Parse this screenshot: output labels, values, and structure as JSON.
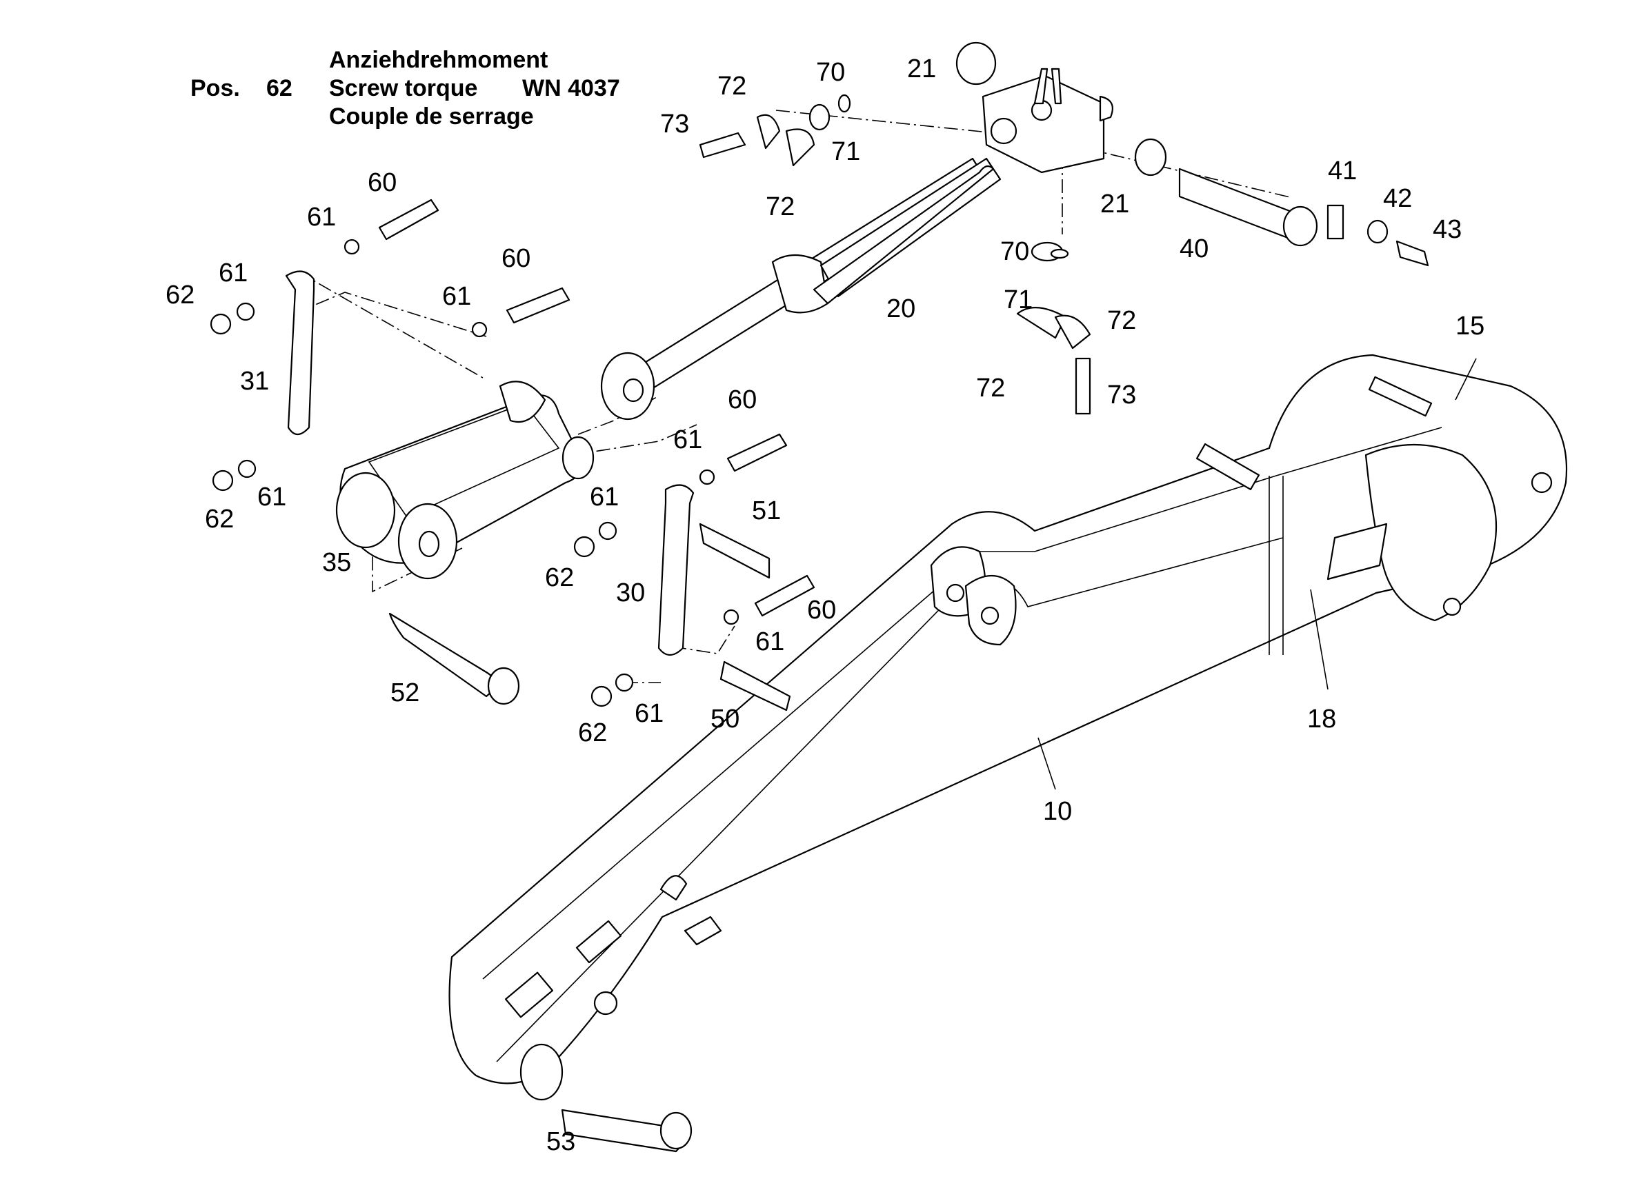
{
  "header": {
    "pos_label": "Pos.",
    "pos_number": "62",
    "torque_de": "Anziehdrehmoment",
    "torque_en": "Screw torque",
    "torque_fr": "Couple de serrage",
    "standard": "WN 4037"
  },
  "callouts": [
    {
      "id": "c10",
      "text": "10"
    },
    {
      "id": "c15",
      "text": "15"
    },
    {
      "id": "c18",
      "text": "18"
    },
    {
      "id": "c20",
      "text": "20"
    },
    {
      "id": "c21a",
      "text": "21"
    },
    {
      "id": "c21b",
      "text": "21"
    },
    {
      "id": "c30",
      "text": "30"
    },
    {
      "id": "c31",
      "text": "31"
    },
    {
      "id": "c35",
      "text": "35"
    },
    {
      "id": "c40",
      "text": "40"
    },
    {
      "id": "c41",
      "text": "41"
    },
    {
      "id": "c42",
      "text": "42"
    },
    {
      "id": "c43",
      "text": "43"
    },
    {
      "id": "c50",
      "text": "50"
    },
    {
      "id": "c51",
      "text": "51"
    },
    {
      "id": "c52",
      "text": "52"
    },
    {
      "id": "c53",
      "text": "53"
    },
    {
      "id": "c60a",
      "text": "60"
    },
    {
      "id": "c60b",
      "text": "60"
    },
    {
      "id": "c60c",
      "text": "60"
    },
    {
      "id": "c60d",
      "text": "60"
    },
    {
      "id": "c61a",
      "text": "61"
    },
    {
      "id": "c61b",
      "text": "61"
    },
    {
      "id": "c61c",
      "text": "61"
    },
    {
      "id": "c61d",
      "text": "61"
    },
    {
      "id": "c61e",
      "text": "61"
    },
    {
      "id": "c61f",
      "text": "61"
    },
    {
      "id": "c61g",
      "text": "61"
    },
    {
      "id": "c61h",
      "text": "61"
    },
    {
      "id": "c62a",
      "text": "62"
    },
    {
      "id": "c62b",
      "text": "62"
    },
    {
      "id": "c62c",
      "text": "62"
    },
    {
      "id": "c62d",
      "text": "62"
    },
    {
      "id": "c70a",
      "text": "70"
    },
    {
      "id": "c70b",
      "text": "70"
    },
    {
      "id": "c71a",
      "text": "71"
    },
    {
      "id": "c71b",
      "text": "71"
    },
    {
      "id": "c72a",
      "text": "72"
    },
    {
      "id": "c72b",
      "text": "72"
    },
    {
      "id": "c72c",
      "text": "72"
    },
    {
      "id": "c72d",
      "text": "72"
    },
    {
      "id": "c73a",
      "text": "73"
    },
    {
      "id": "c73b",
      "text": "73"
    }
  ]
}
